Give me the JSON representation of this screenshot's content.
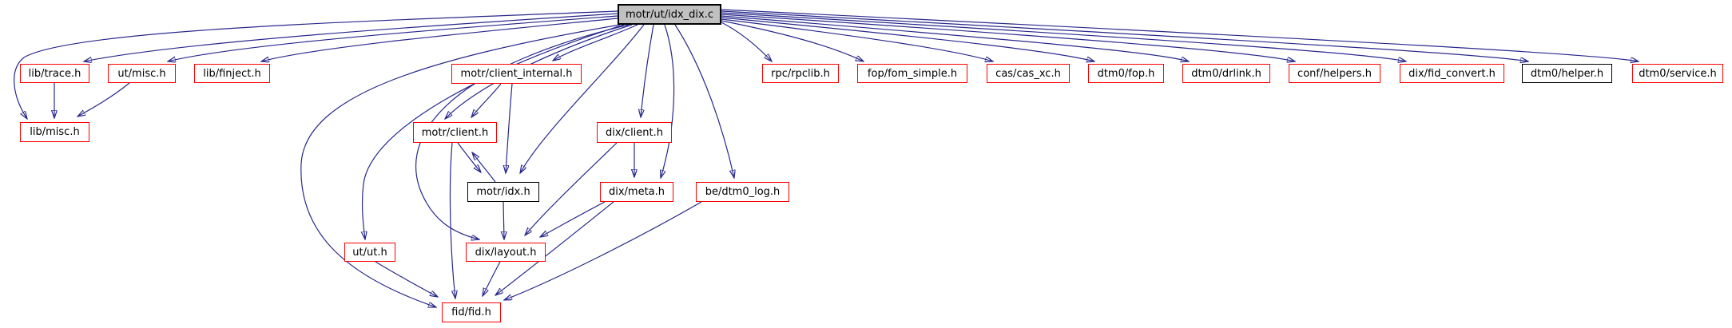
{
  "diagram": {
    "type": "include-dependency-graph",
    "root": "motr/ut/idx_dix.c"
  },
  "colors": {
    "edge": "#28288c",
    "node_border_default": "#ff0000",
    "node_border_plain": "#000000",
    "root_fill": "#c0c0c0",
    "node_fill": "#ffffff",
    "text": "#000000"
  },
  "nodes": [
    {
      "label": "motr/ut/idx_dix.c",
      "style": "root"
    },
    {
      "label": "lib/trace.h",
      "style": "red"
    },
    {
      "label": "ut/misc.h",
      "style": "red"
    },
    {
      "label": "lib/finject.h",
      "style": "red"
    },
    {
      "label": "lib/misc.h",
      "style": "red"
    },
    {
      "label": "motr/client_internal.h",
      "style": "red"
    },
    {
      "label": "motr/client.h",
      "style": "red"
    },
    {
      "label": "motr/idx.h",
      "style": "black"
    },
    {
      "label": "dix/client.h",
      "style": "red"
    },
    {
      "label": "dix/meta.h",
      "style": "red"
    },
    {
      "label": "be/dtm0_log.h",
      "style": "red"
    },
    {
      "label": "dix/layout.h",
      "style": "red"
    },
    {
      "label": "ut/ut.h",
      "style": "red"
    },
    {
      "label": "fid/fid.h",
      "style": "red"
    },
    {
      "label": "rpc/rpclib.h",
      "style": "red"
    },
    {
      "label": "fop/fom_simple.h",
      "style": "red"
    },
    {
      "label": "cas/cas_xc.h",
      "style": "red"
    },
    {
      "label": "dtm0/fop.h",
      "style": "red"
    },
    {
      "label": "dtm0/drlink.h",
      "style": "red"
    },
    {
      "label": "conf/helpers.h",
      "style": "red"
    },
    {
      "label": "dix/fid_convert.h",
      "style": "red"
    },
    {
      "label": "dtm0/helper.h",
      "style": "black"
    },
    {
      "label": "dtm0/service.h",
      "style": "red"
    }
  ],
  "edges": [
    {
      "from": "motr/ut/idx_dix.c",
      "to": "lib/misc.h"
    },
    {
      "from": "motr/ut/idx_dix.c",
      "to": "lib/trace.h"
    },
    {
      "from": "motr/ut/idx_dix.c",
      "to": "ut/misc.h"
    },
    {
      "from": "motr/ut/idx_dix.c",
      "to": "lib/finject.h"
    },
    {
      "from": "motr/ut/idx_dix.c",
      "to": "motr/client_internal.h"
    },
    {
      "from": "motr/ut/idx_dix.c",
      "to": "motr/client.h"
    },
    {
      "from": "motr/ut/idx_dix.c",
      "to": "motr/idx.h"
    },
    {
      "from": "motr/ut/idx_dix.c",
      "to": "dix/client.h"
    },
    {
      "from": "motr/ut/idx_dix.c",
      "to": "dix/meta.h"
    },
    {
      "from": "motr/ut/idx_dix.c",
      "to": "be/dtm0_log.h"
    },
    {
      "from": "motr/ut/idx_dix.c",
      "to": "dix/layout.h"
    },
    {
      "from": "motr/ut/idx_dix.c",
      "to": "ut/ut.h"
    },
    {
      "from": "motr/ut/idx_dix.c",
      "to": "fid/fid.h"
    },
    {
      "from": "motr/ut/idx_dix.c",
      "to": "rpc/rpclib.h"
    },
    {
      "from": "motr/ut/idx_dix.c",
      "to": "fop/fom_simple.h"
    },
    {
      "from": "motr/ut/idx_dix.c",
      "to": "cas/cas_xc.h"
    },
    {
      "from": "motr/ut/idx_dix.c",
      "to": "dtm0/fop.h"
    },
    {
      "from": "motr/ut/idx_dix.c",
      "to": "dtm0/drlink.h"
    },
    {
      "from": "motr/ut/idx_dix.c",
      "to": "conf/helpers.h"
    },
    {
      "from": "motr/ut/idx_dix.c",
      "to": "dix/fid_convert.h"
    },
    {
      "from": "motr/ut/idx_dix.c",
      "to": "dtm0/helper.h"
    },
    {
      "from": "motr/ut/idx_dix.c",
      "to": "dtm0/service.h"
    },
    {
      "from": "lib/trace.h",
      "to": "lib/misc.h"
    },
    {
      "from": "ut/misc.h",
      "to": "lib/misc.h"
    },
    {
      "from": "motr/client_internal.h",
      "to": "motr/client.h"
    },
    {
      "from": "motr/client_internal.h",
      "to": "motr/idx.h"
    },
    {
      "from": "motr/client.h",
      "to": "motr/idx.h"
    },
    {
      "from": "motr/idx.h",
      "to": "motr/client.h"
    },
    {
      "from": "motr/client.h",
      "to": "fid/fid.h"
    },
    {
      "from": "dix/client.h",
      "to": "dix/meta.h"
    },
    {
      "from": "dix/client.h",
      "to": "dix/layout.h"
    },
    {
      "from": "dix/meta.h",
      "to": "dix/layout.h"
    },
    {
      "from": "dix/meta.h",
      "to": "fid/fid.h"
    },
    {
      "from": "motr/idx.h",
      "to": "dix/layout.h"
    },
    {
      "from": "dix/layout.h",
      "to": "fid/fid.h"
    },
    {
      "from": "be/dtm0_log.h",
      "to": "fid/fid.h"
    },
    {
      "from": "ut/ut.h",
      "to": "fid/fid.h"
    }
  ]
}
